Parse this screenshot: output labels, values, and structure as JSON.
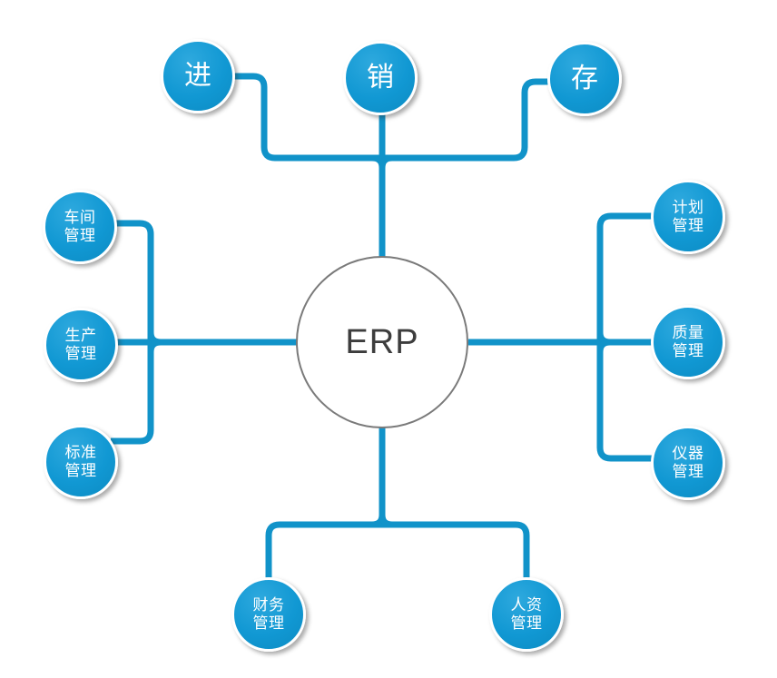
{
  "diagram": {
    "title": "ERP modules mind map",
    "center": {
      "label": "ERP"
    },
    "nodes": [
      {
        "id": "purchase",
        "label": "进"
      },
      {
        "id": "sales",
        "label": "销"
      },
      {
        "id": "inventory",
        "label": "存"
      },
      {
        "id": "workshop-mgmt",
        "label": "车间\n管理"
      },
      {
        "id": "production-mgmt",
        "label": "生产\n管理"
      },
      {
        "id": "standards-mgmt",
        "label": "标准\n管理"
      },
      {
        "id": "planning-mgmt",
        "label": "计划\n管理"
      },
      {
        "id": "quality-mgmt",
        "label": "质量\n管理"
      },
      {
        "id": "instrument-mgmt",
        "label": "仪器\n管理"
      },
      {
        "id": "finance-mgmt",
        "label": "财务\n管理"
      },
      {
        "id": "hr-mgmt",
        "label": "人资\n管理"
      }
    ],
    "colors": {
      "line_blue": "#1193c9",
      "node_blue": "#1198d3",
      "node_ring": "#ffffff",
      "center_border": "#7a7a7a",
      "center_text": "#3d3d3d"
    }
  }
}
